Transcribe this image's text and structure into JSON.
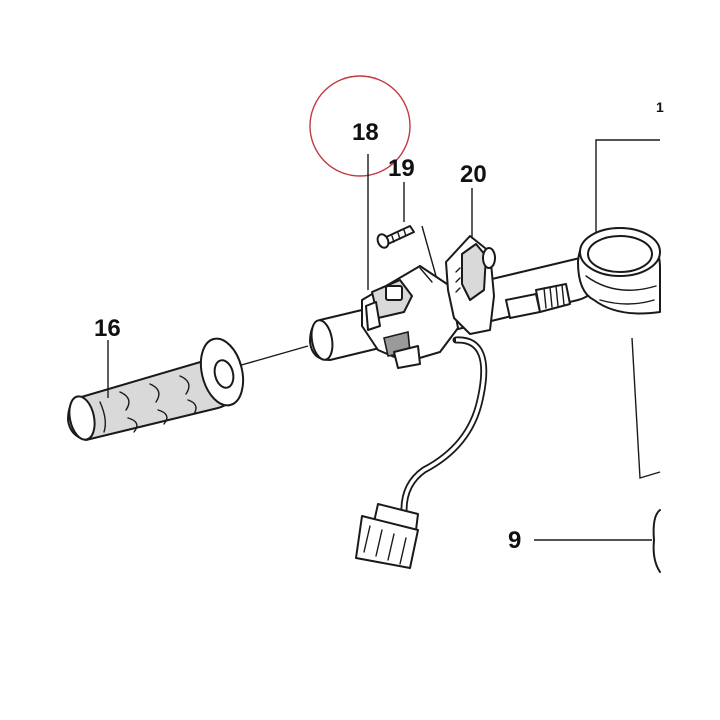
{
  "callouts": {
    "grip": "16",
    "switch": "18",
    "screw": "19",
    "clamp": "20",
    "bracket": "9",
    "edge_mark": "1"
  },
  "highlight": {
    "target": "18",
    "color": "#c0393f"
  },
  "colors": {
    "line": "#1a1a1a",
    "shade": "#d9d9d9",
    "background": "#ffffff"
  }
}
